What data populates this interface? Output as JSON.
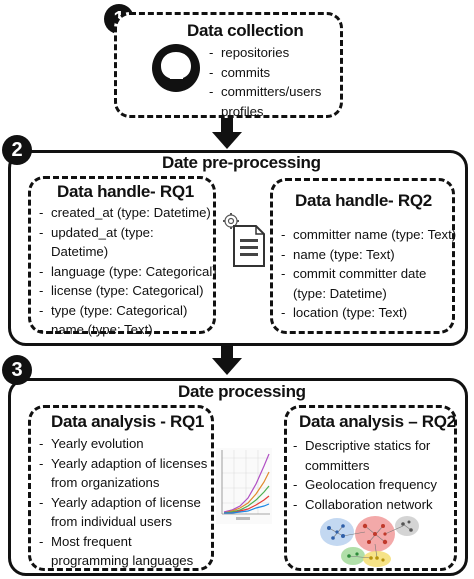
{
  "steps": {
    "s1": {
      "number": "1",
      "title": "Data collection",
      "items": [
        "repositories",
        "commits",
        "committers/users",
        "profiles"
      ]
    },
    "s2": {
      "number": "2",
      "title": "Date pre-processing",
      "rq1": {
        "title": "Data handle- RQ1",
        "items": [
          "created_at (type: Datetime)",
          "updated_at (type:",
          "Datetime)",
          "language (type: Categorical)",
          "license (type: Categorical)",
          "type (type: Categorical)",
          "name (type: Text)"
        ]
      },
      "rq2": {
        "title": "Data handle- RQ2",
        "items": [
          "committer name (type: Text)",
          "name (type: Text)",
          "commit committer date",
          "(type: Datetime)",
          "location (type: Text)"
        ]
      }
    },
    "s3": {
      "number": "3",
      "title": "Date processing",
      "rq1": {
        "title": "Data analysis - RQ1",
        "items": [
          "Yearly evolution",
          "Yearly adaption of licenses",
          "from organizations",
          "Yearly adaption of license",
          "from individual users",
          "Most frequent",
          "programming languages"
        ]
      },
      "rq2": {
        "title": "Data analysis – RQ2",
        "items": [
          "Descriptive statics for",
          "committers",
          "Geolocation frequency",
          "Collaboration network"
        ]
      }
    }
  },
  "colors": {
    "ink": "#111111",
    "arrow": "#111111"
  },
  "icons": [
    "github-icon",
    "document-gear-icon",
    "line-chart-thumbnail",
    "network-graph-thumbnail"
  ]
}
